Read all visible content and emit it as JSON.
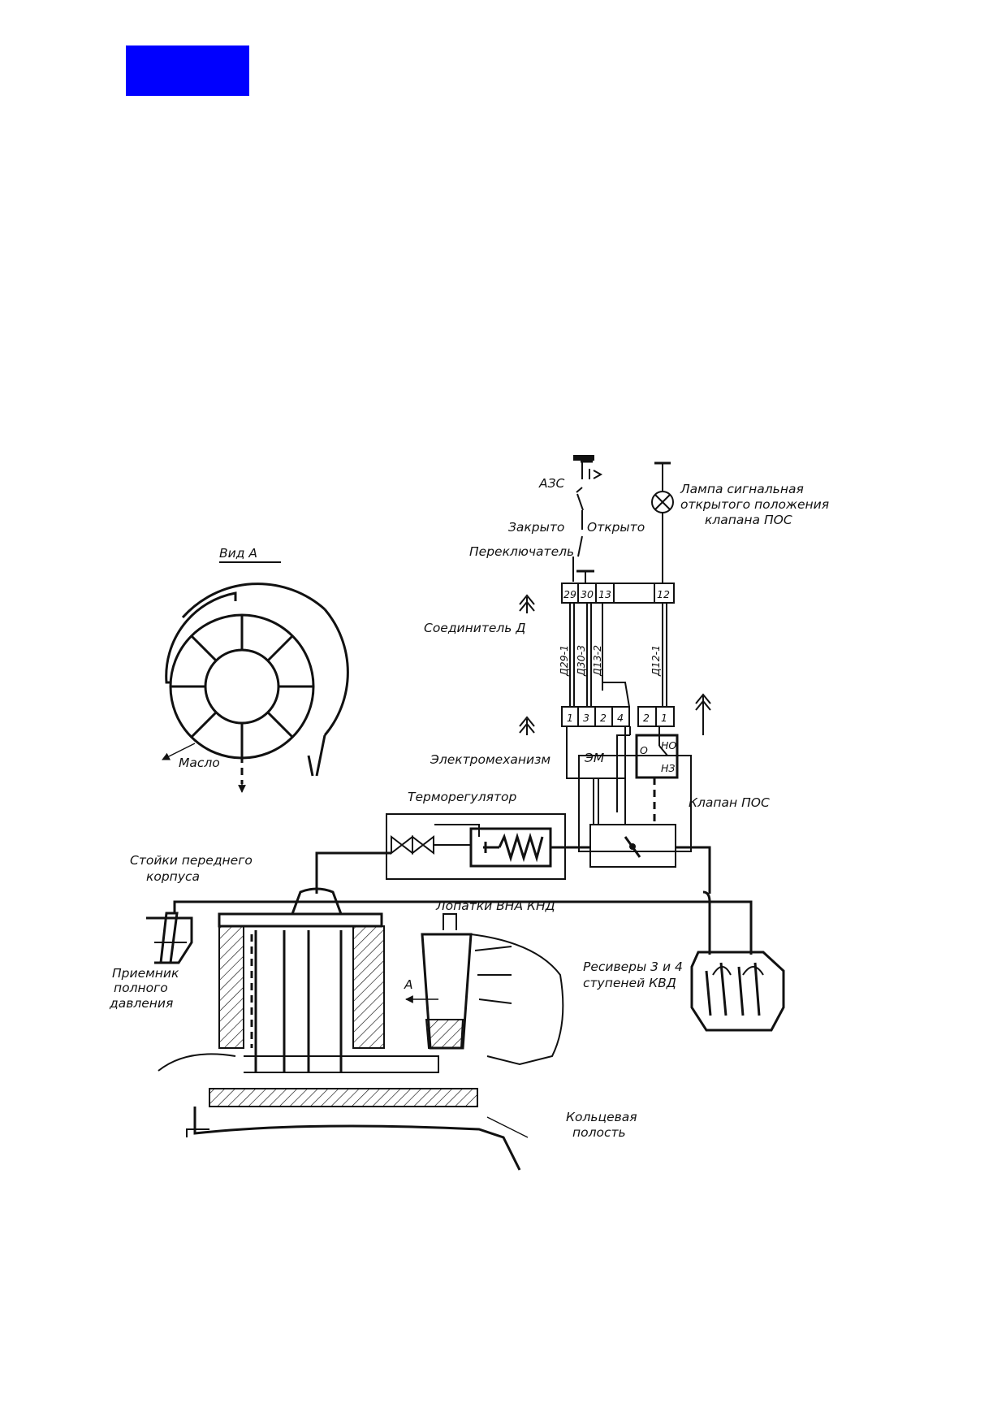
{
  "colors": {
    "marker_block": "#0000ff",
    "ink": "#111111",
    "paper": "#ffffff"
  },
  "labels": {
    "azs": "АЗС",
    "lamp": [
      "Лампа сигнальная",
      "открытого положения",
      "клапана ПОС"
    ],
    "closed": "Закрыто",
    "open": "Открыто",
    "switch": "Переключатель",
    "view_a": "Вид А",
    "connector_d": "Соединитель Д",
    "electromech": "Электромеханизм",
    "em_box": "ЭМ",
    "thermo": "Терморегулятор",
    "valve_pos": "Клапан ПОС",
    "struts": [
      "Стойки переднего",
      "корпуса"
    ],
    "vanes": "Лопатки ВНА КНД",
    "pitot": [
      "Приемник",
      "полного",
      "давления"
    ],
    "receivers": [
      "Ресиверы 3 и 4",
      "ступеней КВД"
    ],
    "annular": [
      "Кольцевая",
      "полость"
    ],
    "oil": "Масло",
    "arrow_a": "А",
    "pin_top": [
      "29",
      "30",
      "13",
      "12"
    ],
    "pin_bot_left": [
      "1",
      "3",
      "2",
      "4"
    ],
    "pin_bot_right": [
      "2",
      "1"
    ],
    "wires": [
      "Д29-1",
      "Д30-3",
      "Д13-2",
      "Д12-1"
    ],
    "sw_o": "О",
    "sw_no": "НО",
    "sw_nz": "НЗ"
  }
}
